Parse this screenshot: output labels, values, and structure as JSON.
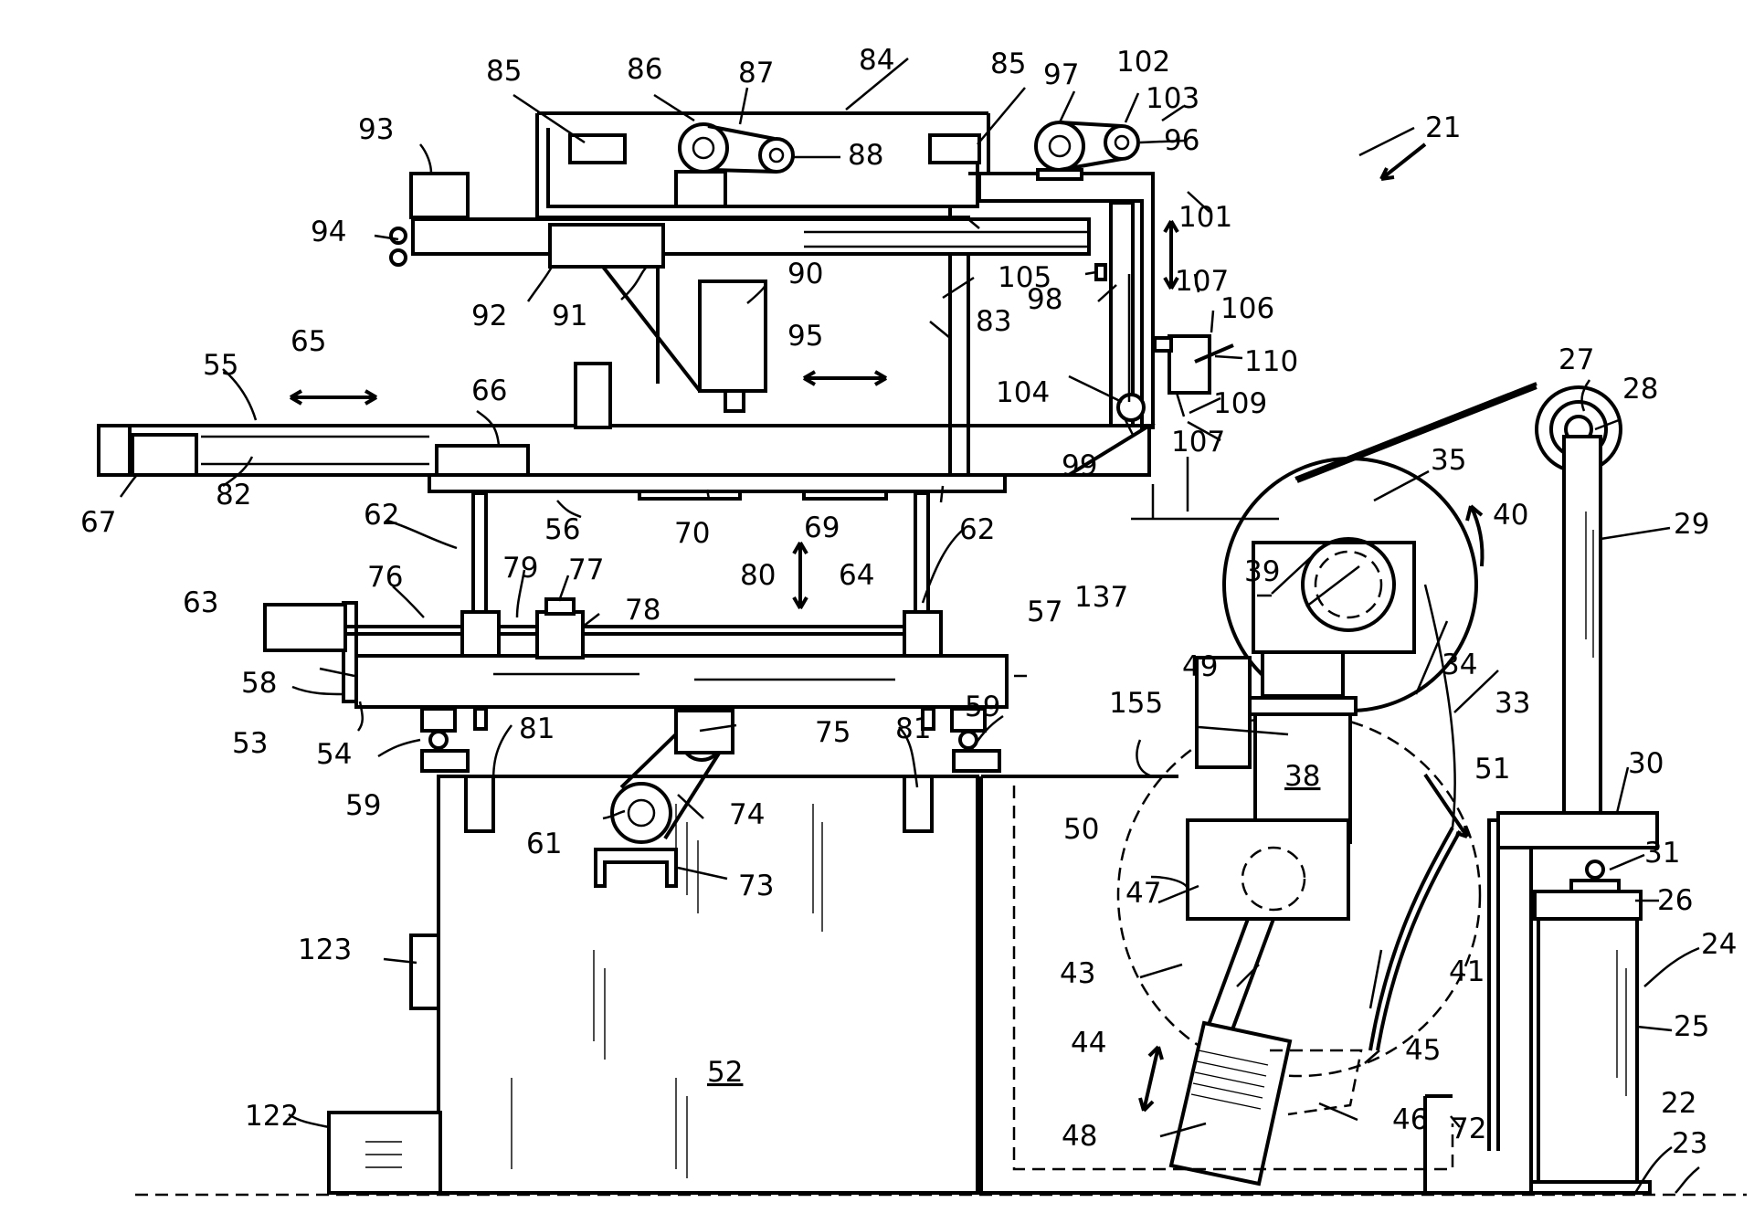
{
  "figure": {
    "labels": [
      {
        "id": "21",
        "text": "21"
      },
      {
        "id": "22",
        "text": "22"
      },
      {
        "id": "23",
        "text": "23"
      },
      {
        "id": "24",
        "text": "24"
      },
      {
        "id": "25",
        "text": "25"
      },
      {
        "id": "26",
        "text": "26"
      },
      {
        "id": "27",
        "text": "27"
      },
      {
        "id": "28",
        "text": "28"
      },
      {
        "id": "29",
        "text": "29"
      },
      {
        "id": "30",
        "text": "30"
      },
      {
        "id": "31",
        "text": "31"
      },
      {
        "id": "33",
        "text": "33"
      },
      {
        "id": "34",
        "text": "34"
      },
      {
        "id": "35",
        "text": "35"
      },
      {
        "id": "38",
        "text": "38"
      },
      {
        "id": "39",
        "text": "39"
      },
      {
        "id": "40",
        "text": "40"
      },
      {
        "id": "41",
        "text": "41"
      },
      {
        "id": "43",
        "text": "43"
      },
      {
        "id": "44",
        "text": "44"
      },
      {
        "id": "45",
        "text": "45"
      },
      {
        "id": "46",
        "text": "46"
      },
      {
        "id": "47",
        "text": "47"
      },
      {
        "id": "48",
        "text": "48"
      },
      {
        "id": "49",
        "text": "49"
      },
      {
        "id": "50",
        "text": "50"
      },
      {
        "id": "51",
        "text": "51"
      },
      {
        "id": "52",
        "text": "52"
      },
      {
        "id": "53",
        "text": "53"
      },
      {
        "id": "54",
        "text": "54"
      },
      {
        "id": "55",
        "text": "55"
      },
      {
        "id": "56",
        "text": "56"
      },
      {
        "id": "57",
        "text": "57"
      },
      {
        "id": "58",
        "text": "58"
      },
      {
        "id": "59a",
        "text": "59"
      },
      {
        "id": "59b",
        "text": "59"
      },
      {
        "id": "61",
        "text": "61"
      },
      {
        "id": "62a",
        "text": "62"
      },
      {
        "id": "62b",
        "text": "62"
      },
      {
        "id": "63",
        "text": "63"
      },
      {
        "id": "64",
        "text": "64"
      },
      {
        "id": "65",
        "text": "65"
      },
      {
        "id": "66",
        "text": "66"
      },
      {
        "id": "67",
        "text": "67"
      },
      {
        "id": "69",
        "text": "69"
      },
      {
        "id": "70",
        "text": "70"
      },
      {
        "id": "72",
        "text": "72"
      },
      {
        "id": "73",
        "text": "73"
      },
      {
        "id": "74",
        "text": "74"
      },
      {
        "id": "75",
        "text": "75"
      },
      {
        "id": "76",
        "text": "76"
      },
      {
        "id": "77",
        "text": "77"
      },
      {
        "id": "78",
        "text": "78"
      },
      {
        "id": "79",
        "text": "79"
      },
      {
        "id": "80",
        "text": "80"
      },
      {
        "id": "81a",
        "text": "81"
      },
      {
        "id": "81b",
        "text": "81"
      },
      {
        "id": "82",
        "text": "82"
      },
      {
        "id": "83",
        "text": "83"
      },
      {
        "id": "84",
        "text": "84"
      },
      {
        "id": "85a",
        "text": "85"
      },
      {
        "id": "85b",
        "text": "85"
      },
      {
        "id": "86",
        "text": "86"
      },
      {
        "id": "87",
        "text": "87"
      },
      {
        "id": "88",
        "text": "88"
      },
      {
        "id": "90",
        "text": "90"
      },
      {
        "id": "91",
        "text": "91"
      },
      {
        "id": "92",
        "text": "92"
      },
      {
        "id": "93",
        "text": "93"
      },
      {
        "id": "94",
        "text": "94"
      },
      {
        "id": "95",
        "text": "95"
      },
      {
        "id": "96",
        "text": "96"
      },
      {
        "id": "97",
        "text": "97"
      },
      {
        "id": "98",
        "text": "98"
      },
      {
        "id": "99",
        "text": "99"
      },
      {
        "id": "101",
        "text": "101"
      },
      {
        "id": "102",
        "text": "102"
      },
      {
        "id": "103",
        "text": "103"
      },
      {
        "id": "104",
        "text": "104"
      },
      {
        "id": "105",
        "text": "105"
      },
      {
        "id": "106",
        "text": "106"
      },
      {
        "id": "107a",
        "text": "107"
      },
      {
        "id": "107b",
        "text": "107"
      },
      {
        "id": "109",
        "text": "109"
      },
      {
        "id": "110",
        "text": "110"
      },
      {
        "id": "122",
        "text": "122"
      },
      {
        "id": "123",
        "text": "123"
      },
      {
        "id": "137",
        "text": "137"
      },
      {
        "id": "155",
        "text": "155"
      }
    ]
  }
}
